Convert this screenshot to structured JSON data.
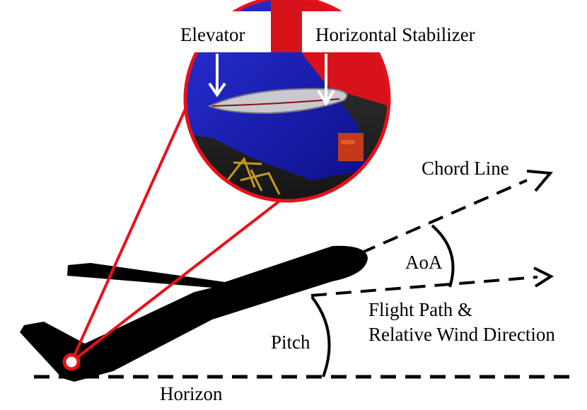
{
  "labels": {
    "elevator": "Elevator",
    "horizontal_stabilizer": "Horizontal Stabilizer",
    "chord_line": "Chord Line",
    "aoa": "AoA",
    "flight_path_line1": "Flight Path &",
    "flight_path_line2": "Relative Wind Direction",
    "pitch": "Pitch",
    "horizon": "Horizon"
  },
  "colors": {
    "highlight": "#e8101a",
    "tail_blue": "#1a1fb8",
    "aircraft": "#000000",
    "background": "#ffffff"
  }
}
